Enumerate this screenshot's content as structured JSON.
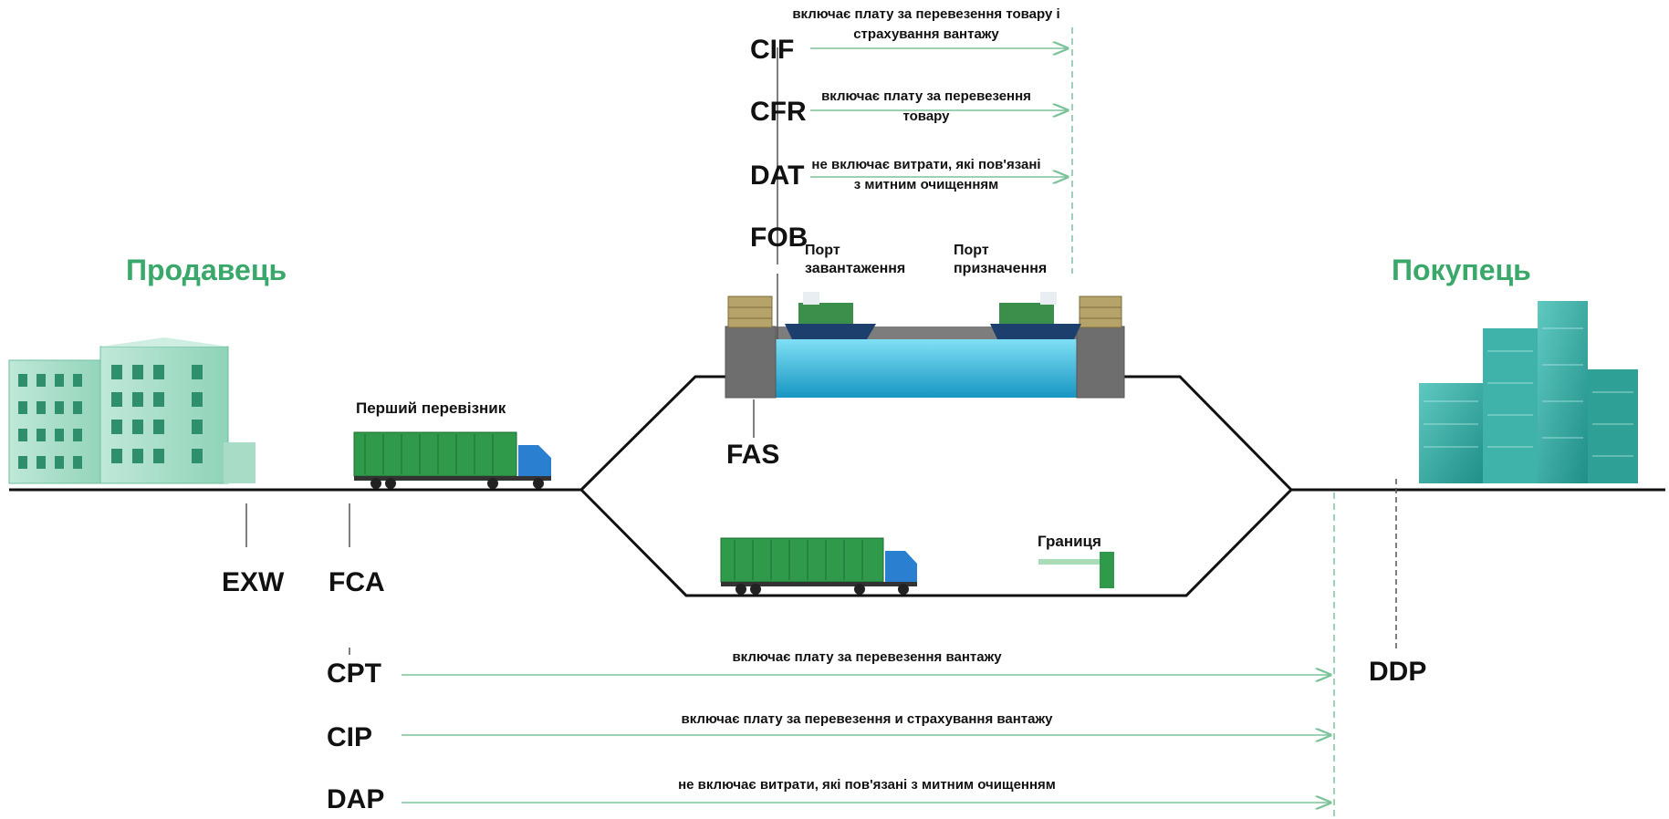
{
  "parties": {
    "seller": "Продавець",
    "buyer": "Покупець"
  },
  "labels": {
    "first_carrier": "Перший перевізник",
    "border": "Границя",
    "port_loading": "Порт\nзавантаження",
    "port_destination": "Порт\nпризначення"
  },
  "terms": {
    "exw": "EXW",
    "fca": "FCA",
    "fas": "FAS",
    "fob": "FOB",
    "dat": "DAT",
    "cfr": "CFR",
    "cif": "CIF",
    "cpt": "CPT",
    "cip": "CIP",
    "dap": "DAP",
    "ddp": "DDP"
  },
  "notes": {
    "cif": "включає плату за перевезення товару і страхування вантажу",
    "cfr": "включає плату за перевезення товару",
    "dat": "не включає витрати, які пов'язані з митним очищенням",
    "cpt": "включає плату за перевезення вантажу",
    "cip": "включає плату за перевезення и страхування вантажу",
    "dap": "не включає витрати, які пов'язані з митним очищенням"
  },
  "colors": {
    "party_green": "#3aa86a",
    "arrow_green": "#7cc29a",
    "truck_container": "#2f9a4a",
    "truck_cab": "#2a7fd0",
    "water": "#29b5d8"
  }
}
